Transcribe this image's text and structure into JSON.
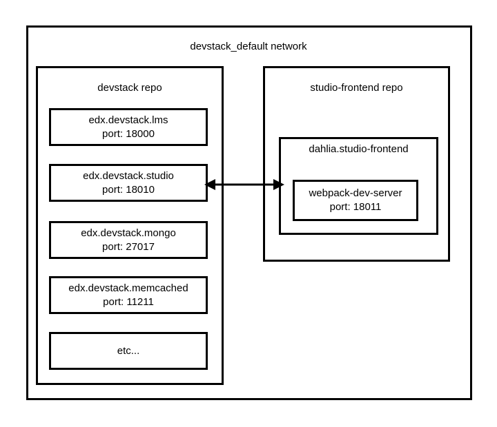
{
  "diagram": {
    "type": "block-diagram",
    "background_color": "#ffffff",
    "stroke_color": "#000000",
    "network": {
      "label": "devstack_default network"
    },
    "devstack_repo": {
      "label": "devstack repo",
      "services": [
        {
          "name": "edx.devstack.lms",
          "port": "port: 18000"
        },
        {
          "name": "edx.devstack.studio",
          "port": "port: 18010"
        },
        {
          "name": "edx.devstack.mongo",
          "port": "port: 27017"
        },
        {
          "name": "edx.devstack.memcached",
          "port": "port: 11211"
        },
        {
          "name": "etc...",
          "port": ""
        }
      ]
    },
    "studio_frontend_repo": {
      "label": "studio-frontend repo",
      "container": {
        "label": "dahlia.studio-frontend",
        "service": {
          "name": "webpack-dev-server",
          "port": "port: 18011"
        }
      }
    },
    "connector": {
      "name": "bidirectional-arrow",
      "from": "edx.devstack.studio",
      "to": "dahlia.studio-frontend",
      "style": "double-headed"
    }
  }
}
